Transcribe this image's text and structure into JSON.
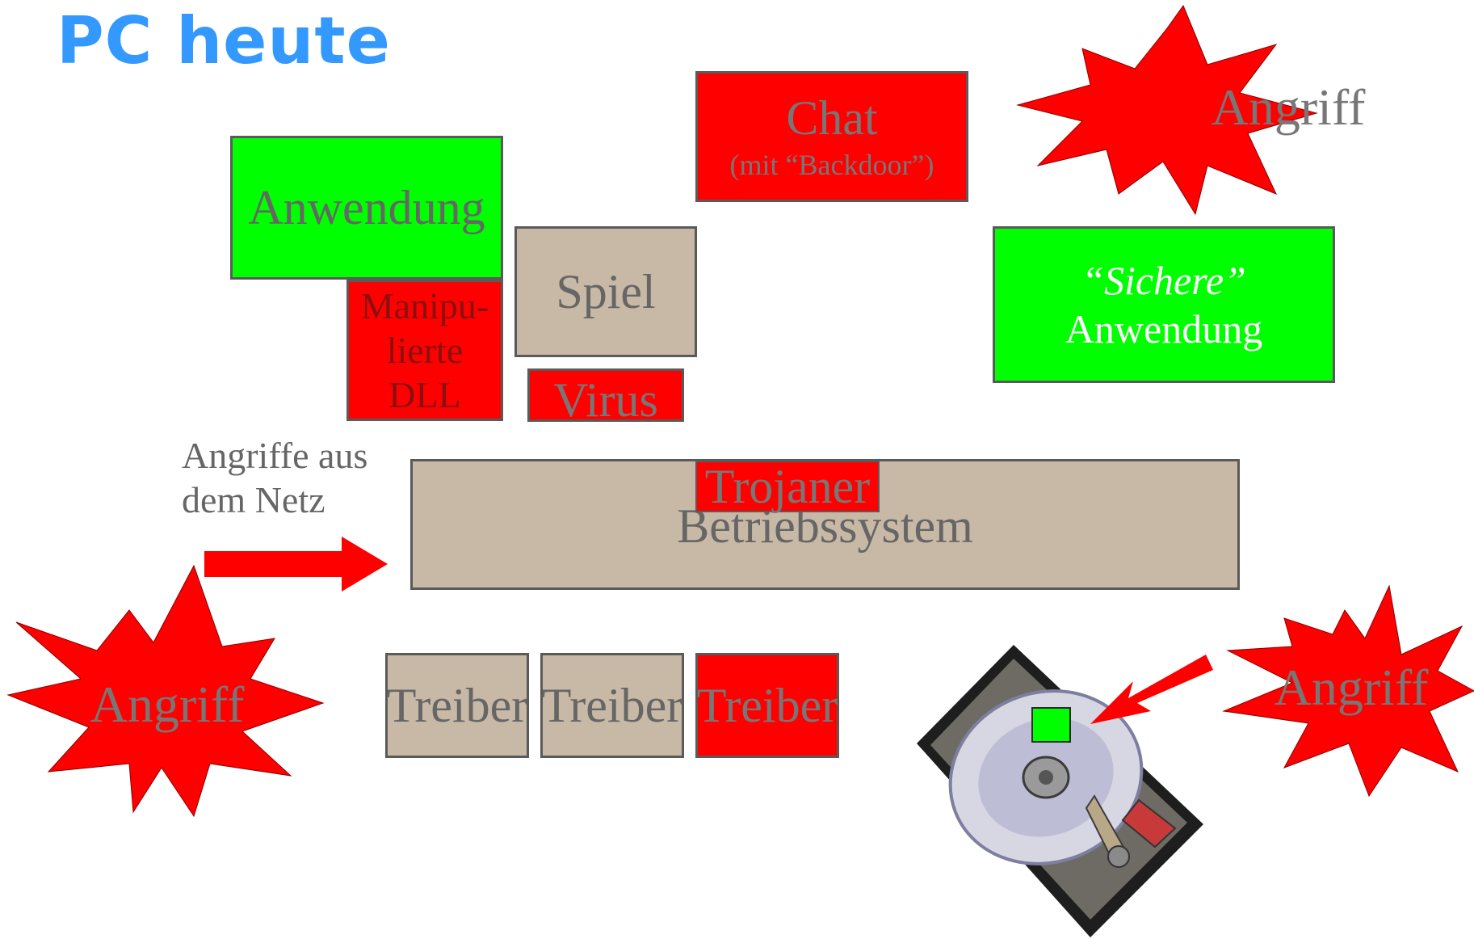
{
  "title": "PC heute",
  "boxes": {
    "anwendung": "Anwendung",
    "dll_line1": "Manipu-",
    "dll_line2": "lierte",
    "dll_line3": "DLL",
    "spiel": "Spiel",
    "virus": "Virus",
    "chat": "Chat",
    "chat_sub": "(mit “Backdoor”)",
    "sichere_line1": "“Sichere”",
    "sichere_line2": "Anwendung",
    "betriebssystem": "Betriebssystem",
    "trojaner": "Trojaner",
    "treiber1": "Treiber",
    "treiber2": "Treiber",
    "treiber3": "Treiber"
  },
  "netz_label_line1": "Angriffe aus",
  "netz_label_line2": "dem Netz",
  "attacks": {
    "top_right": "Angriff",
    "bottom_left": "Angriff",
    "bottom_right": "Angriff"
  },
  "colors": {
    "title": "#3399ff",
    "secure": "#00ff00",
    "compromised": "#ff0000",
    "neutral": "#c8b9a6"
  },
  "icons": [
    "hard-disk-icon",
    "arrow-right-icon",
    "starburst-icon"
  ]
}
